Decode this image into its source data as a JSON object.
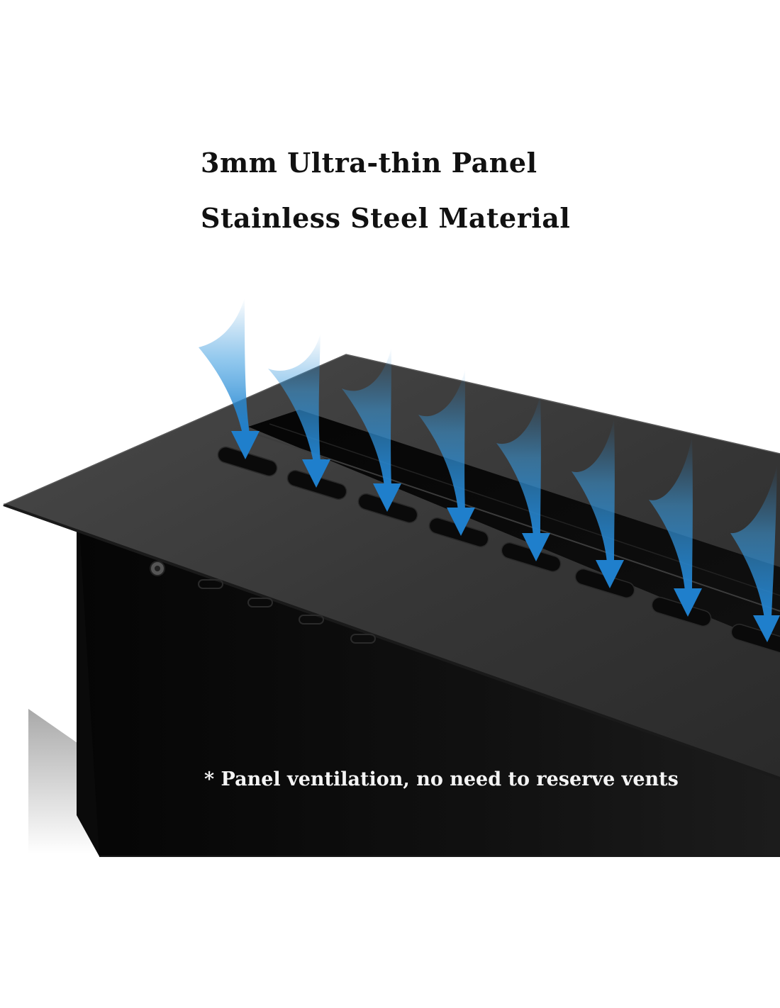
{
  "headlines": {
    "line1": "3mm Ultra-thin Panel",
    "line2": "Stainless Steel Material"
  },
  "caption": "* Panel ventilation, no need to reserve vents",
  "colors": {
    "background": "#ffffff",
    "panel_top": "#3a3a3a",
    "body_front": "#0e0e0e",
    "airflow_arrow": "#2e8fd6",
    "headline_text": "#111111",
    "caption_text": "#f4f4f4"
  },
  "illustration": {
    "subject": "black stainless steel fireplace burner insert with vented top panel",
    "airflow_arrow_count": 8,
    "vent_slot_count": 8
  }
}
